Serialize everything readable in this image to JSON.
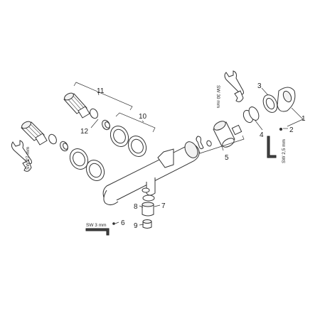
{
  "callouts": {
    "c1": "1",
    "c2": "2",
    "c3": "3",
    "c4": "4",
    "c5": "5",
    "c6": "6",
    "c7": "7",
    "c8": "8",
    "c9": "9",
    "c10": "10",
    "c11": "11",
    "c12": "12"
  },
  "tool_labels": {
    "wrench_left": "SW 27 mm",
    "wrench_right": "SW 30 mm",
    "hex_key_right": "SW 2,5 mm",
    "hex_key_bottom": "SW 3 mm"
  }
}
